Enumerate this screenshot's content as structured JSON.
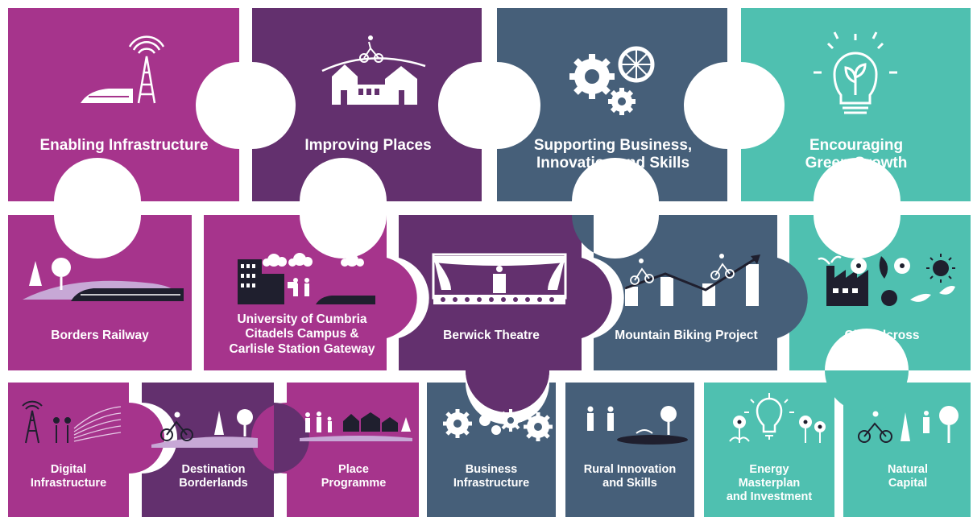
{
  "colors": {
    "magenta": "#A6348C",
    "purple": "#63306E",
    "slate": "#465F79",
    "teal": "#4FC0B0",
    "ink": "#1F1F2E",
    "lilac": "#C7A8D6"
  },
  "themes": [
    {
      "lines": [
        "Enabling Infrastructure"
      ],
      "icon": "train-mast-icon"
    },
    {
      "lines": [
        "Improving Places"
      ],
      "icon": "village-cyclist-icon"
    },
    {
      "lines": [
        "Supporting Business,",
        "Innovation and Skills"
      ],
      "icon": "gears-icon"
    },
    {
      "lines": [
        "Encouraging",
        "Green Growth"
      ],
      "icon": "lightbulb-icon"
    }
  ],
  "projects": [
    {
      "lines": [
        "Borders Railway"
      ],
      "icon": "railway-landscape-icon"
    },
    {
      "lines": [
        "University of Cumbria",
        "Citadels Campus &",
        "Carlisle Station Gateway"
      ],
      "icon": "campus-station-icon"
    },
    {
      "lines": [
        "Berwick Theatre"
      ],
      "icon": "theatre-stage-icon"
    },
    {
      "lines": [
        "Mountain Biking Project"
      ],
      "icon": "biking-chart-icon"
    },
    {
      "lines": [
        "Chapelcross"
      ],
      "icon": "factory-flowers-icon"
    }
  ],
  "programmes": [
    {
      "lines": [
        "Digital",
        "Infrastructure"
      ],
      "icon": "mast-signal-icon"
    },
    {
      "lines": [
        "Destination",
        "Borderlands"
      ],
      "icon": "cyclist-trees-icon"
    },
    {
      "lines": [
        "Place",
        "Programme"
      ],
      "icon": "people-houses-icon"
    },
    {
      "lines": [
        "Business",
        "Infrastructure"
      ],
      "icon": "gear-chain-icon"
    },
    {
      "lines": [
        "Rural Innovation",
        "and Skills"
      ],
      "icon": "rural-pond-icon"
    },
    {
      "lines": [
        "Energy",
        "Masterplan",
        "and Investment"
      ],
      "icon": "bulb-flowers-icon"
    },
    {
      "lines": [
        "Natural",
        "Capital"
      ],
      "icon": "nature-cyclist-icon"
    }
  ]
}
